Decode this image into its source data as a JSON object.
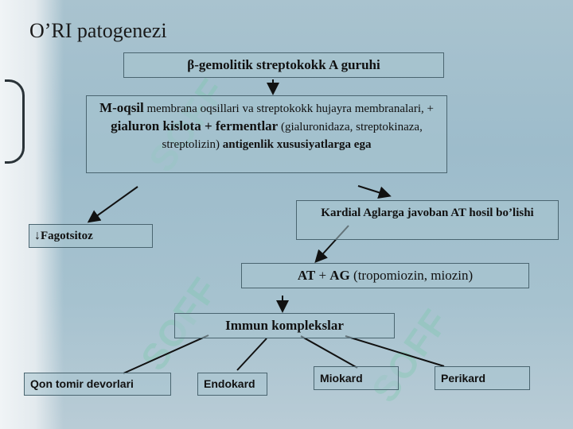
{
  "title": "O’RI patogenezi",
  "nodes": {
    "strep": "β-gemolitik streptokokk  A guruhi",
    "m_protein": {
      "part1": "M-oqsil",
      "part2": " membrana oqsillari va streptokokk hujayra membranalari, ",
      "part3": "+ ",
      "part4": "gialuron kislota + fermentlar",
      "part5": " (gialuronidaza, streptokinaza, streptolizin) ",
      "part6": "antigenlik xususiyatlarga ega"
    },
    "fagotsitoz": "Fagotsitoz",
    "kardial": "Kardial Aglarga javoban AT hosil bo’lishi",
    "at_ag": {
      "at": "AT",
      "plus": " + ",
      "ag": "AG",
      "rest": " (tropomiozin, miozin)"
    },
    "immun": "Immun komplekslar",
    "qon": "Qon tomir devorlari",
    "endokard": "Endokard",
    "miokard": "Miokard",
    "perikard": "Perikard"
  },
  "colors": {
    "background": "#a3c0cd",
    "box_border": "#4a6570",
    "text": "#111111"
  }
}
